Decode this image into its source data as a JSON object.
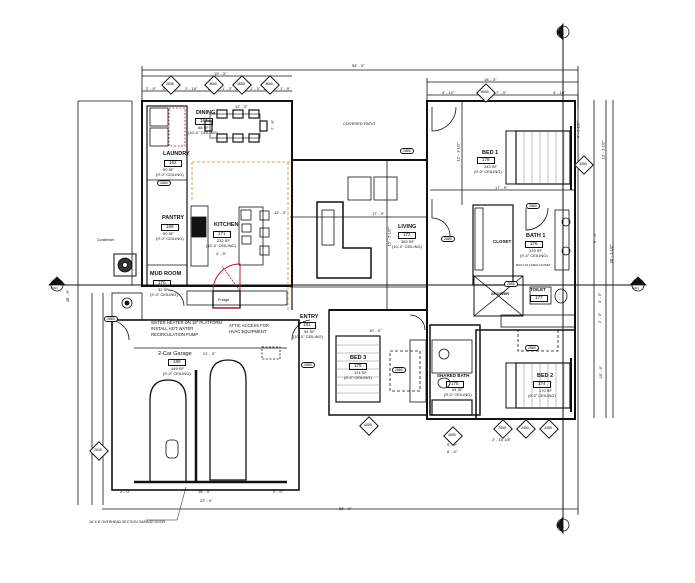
{
  "drawing": {
    "type": "Architectural floor plan",
    "section_markers": [
      {
        "id": "2",
        "sheet": "A301",
        "position": "top"
      },
      {
        "id": "2",
        "sheet": "A301",
        "position": "bottom"
      },
      {
        "id": "1",
        "sheet": "A301",
        "position": "left"
      },
      {
        "id": "1",
        "sheet": "A301",
        "position": "right"
      }
    ]
  },
  "rooms": {
    "dining": {
      "name": "DINING",
      "number": "167",
      "area": "88 SF",
      "ceiling": "(10'-0\" CEILING)"
    },
    "laundry": {
      "name": "LAUNDRY",
      "number": "162",
      "area": "50 SF",
      "ceiling": "(9'-0\" CEILING)"
    },
    "pantry": {
      "name": "PANTRY",
      "number": "169",
      "area": "50 SF",
      "ceiling": "(9'-0\" CEILING)"
    },
    "kitchen": {
      "name": "KITCHEN",
      "number": "171",
      "area": "232 SF",
      "ceiling": "(10'-0\" CEILING)"
    },
    "mudroom": {
      "name": "MUD ROOM",
      "number": "170",
      "area": "32 SF",
      "ceiling": "(9'-0\" CEILING)"
    },
    "living": {
      "name": "LIVING",
      "number": "172",
      "area": "382 SF",
      "ceiling": "(10'-0\" CEILING)"
    },
    "entry": {
      "name": "ENTRY",
      "number": "181",
      "area": "94 SF",
      "ceiling": "(10'-0\" CEILING)"
    },
    "bed1": {
      "name": "BED 1",
      "number": "178",
      "area": "243 SF",
      "ceiling": "(9'-0\" CEILING)"
    },
    "bath1": {
      "name": "BATH 1",
      "number": "176",
      "area": "129 SF",
      "ceiling": "(9'-0\" CEILING)"
    },
    "closet": {
      "name": "CLOSET"
    },
    "shower": {
      "name": "SHOWER"
    },
    "toilet": {
      "name": "TOILET",
      "number": "177"
    },
    "bed3": {
      "name": "BED 3",
      "number": "179",
      "area": "121 SF",
      "ceiling": "(9'-0\" CEILING)"
    },
    "shared_bath": {
      "name": "SHARED BATH",
      "number": "175",
      "area": "54 SF",
      "ceiling": "(9'-0\" CEILING)"
    },
    "bed2": {
      "name": "BED 2",
      "number": "174",
      "area": "170 SF",
      "ceiling": "(9'-0\" CEILING)"
    },
    "garage": {
      "name": "2-Car Garage",
      "number": "180",
      "area": "449 SF",
      "ceiling": "(9'-0\" CEILING)"
    },
    "patio": {
      "name": "COVERED PATIO"
    }
  },
  "labels": {
    "fridge": "Fridge",
    "condenser": "Condenser",
    "water_heater": "WATER HEATER ON 18\" PLATFORM",
    "water_heater_2": "INSTALL HOT WATER",
    "water_heater_3": "RECIRCULATION PUMP",
    "attic": "ATTIC ACCESS FOR",
    "attic_2": "HVAC EQUIPMENT",
    "garage_door": "16' X 8' OVERHEAD SECTION GARAGE DOOR",
    "built_in": "BUILT-IN LINEN CLOSET"
  },
  "dimensions": {
    "overall_top": "54' - 3\"",
    "overall_bottom": "56' - 3\"",
    "top_left_group": "19' - 3\"",
    "top_right_group": "18' - 3\"",
    "top_segments_left": [
      "2' - 9\"",
      "2' - 6\"",
      "2' - 10\"",
      "2' - 6\"",
      "1' - 3\"",
      "2' - 6\"",
      "1' - 3\"",
      "2' - 6\"",
      "1' - 9\""
    ],
    "top_segments_right": [
      "4' - 10\"",
      "7' - 3\"",
      "4' - 10\""
    ],
    "dining_width": "12' - 3\"",
    "dining_depth": "7' - 6\"",
    "living_width": "17' - 9\"",
    "living_depth": "15' - 5 1/2\"",
    "bed1_width": "17' - 9\"",
    "bed1_depth": "12' - 3 1/2\"",
    "patio_width": "17' - 9\"",
    "kitchen_counter": "4' - 9\"",
    "kitchen_bar": "12' - 0\"",
    "bed3_width": "10' - 9\"",
    "bed3_depth": "10' - 9\"",
    "garage_width": "21' - 3\"",
    "garage_door_w": "16' - 0\"",
    "garage_total": "22' - 0\"",
    "garage_side": "2' - 0\"",
    "right_overall": "28' - 1 1/2\"",
    "right_segments": [
      "4' - 9 1/2\"",
      "13' - 3 1/2\"",
      "9' - 4\"",
      "3' - 4\"",
      "2' - 4\"",
      "15' - 6\""
    ],
    "left_overall": "48' - 6\"",
    "bed2_offset": "2' - 10 1/8\"",
    "shared_bath_w": "5' - 9\"",
    "shared_bath_tag_w": "6' - 6\""
  },
  "window_tags": {
    "top_left": [
      "2836",
      "3650",
      "3650",
      "3650"
    ],
    "top_right": [
      "6050"
    ],
    "right": [
      "3050"
    ],
    "bottom_bed2": [
      "2450",
      "2450",
      "2450"
    ],
    "bottom_bed3": [
      "4050"
    ],
    "bottom_bath": [
      "4050"
    ],
    "left_garage": [
      "2640"
    ]
  },
  "door_tags": [
    "2880",
    "2880",
    "2880",
    "2880",
    "2880",
    "2880",
    "2880",
    "2880",
    "2880"
  ]
}
